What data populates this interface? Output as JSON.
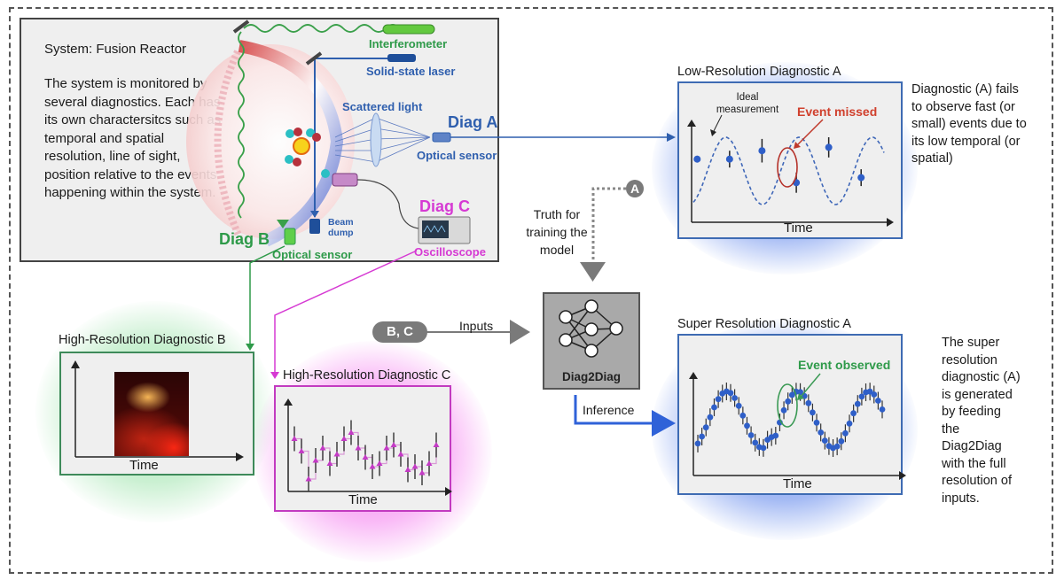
{
  "system": {
    "title": "System: Fusion Reactor",
    "description": "The system is monitored by several diagnostics. Each has its own charactersitcs such as temporal and spatial resolution, line of sight, position relative to the events happening within the system."
  },
  "apparatus": {
    "interferometer": "Interferometer",
    "laser": "Solid-state laser",
    "scattered_light": "Scattered light",
    "diag_a": "Diag A",
    "diag_a_sensor": "Optical sensor",
    "diag_b": "Diag B",
    "diag_b_sensor": "Optical sensor",
    "diag_c": "Diag C",
    "diag_c_device": "Oscilloscope",
    "beam_dump": "Beam dump"
  },
  "low_res_a": {
    "title": "Low-Resolution Diagnostic A",
    "ideal_label": "Ideal measurement",
    "event_label": "Event missed",
    "xlabel": "Time",
    "description": "Diagnostic (A) fails to observe fast (or small) events due to its low temporal (or spatial)"
  },
  "super_res_a": {
    "title": "Super Resolution Diagnostic A",
    "event_label": "Event observed",
    "xlabel": "Time",
    "description": "The super resolution diagnostic (A) is generated by feeding the Diag2Diag with the full resolution of inputs."
  },
  "high_res_b": {
    "title": "High-Resolution Diagnostic B",
    "xlabel": "Time"
  },
  "high_res_c": {
    "title": "High-Resolution Diagnostic C",
    "xlabel": "Time"
  },
  "model": {
    "name": "Diag2Diag",
    "truth_label": "Truth for training the model",
    "truth_badge": "A",
    "inputs_badge": "B, C",
    "inputs_label": "Inputs",
    "inference_label": "Inference"
  },
  "colors": {
    "diag_a": "#2f5fae",
    "diag_b": "#2e9a49",
    "diag_c": "#d63ad3",
    "event_missed": "#d0402d",
    "model_box": "#a9a9a9",
    "arrow_gray": "#7a7a7a",
    "inference_arrow": "#2f62d8"
  },
  "chart_data": [
    {
      "type": "scatter",
      "name": "low_res_a",
      "title": "Low-Resolution Diagnostic A",
      "xlabel": "Time",
      "ylabel": "",
      "ideal_curve": "sinusoid (~2.6 periods)",
      "points": [
        {
          "t": 0.02,
          "y": 0.35,
          "err": 0.1
        },
        {
          "t": 0.19,
          "y": 0.35,
          "err": 0.25
        },
        {
          "t": 0.36,
          "y": 0.6,
          "err": 0.35
        },
        {
          "t": 0.54,
          "y": -0.35,
          "err": 0.3
        },
        {
          "t": 0.71,
          "y": 0.7,
          "err": 0.3
        },
        {
          "t": 0.88,
          "y": -0.2,
          "err": 0.25
        }
      ]
    },
    {
      "type": "scatter",
      "name": "super_res_a",
      "title": "Super Resolution Diagnostic A",
      "xlabel": "Time",
      "ylabel": "",
      "n_points": 46
    },
    {
      "type": "line",
      "name": "high_res_c",
      "title": "High-Resolution Diagnostic C",
      "xlabel": "Time",
      "values": [
        0.75,
        0.55,
        0.1,
        0.4,
        0.6,
        0.35,
        0.5,
        0.75,
        0.85,
        0.6,
        0.45,
        0.3,
        0.35,
        0.6,
        0.65,
        0.5,
        0.25,
        0.3,
        0.2,
        0.35,
        0.65
      ]
    },
    {
      "type": "heatmap",
      "name": "high_res_b",
      "title": "High-Resolution Diagnostic B",
      "xlabel": "Time"
    }
  ]
}
